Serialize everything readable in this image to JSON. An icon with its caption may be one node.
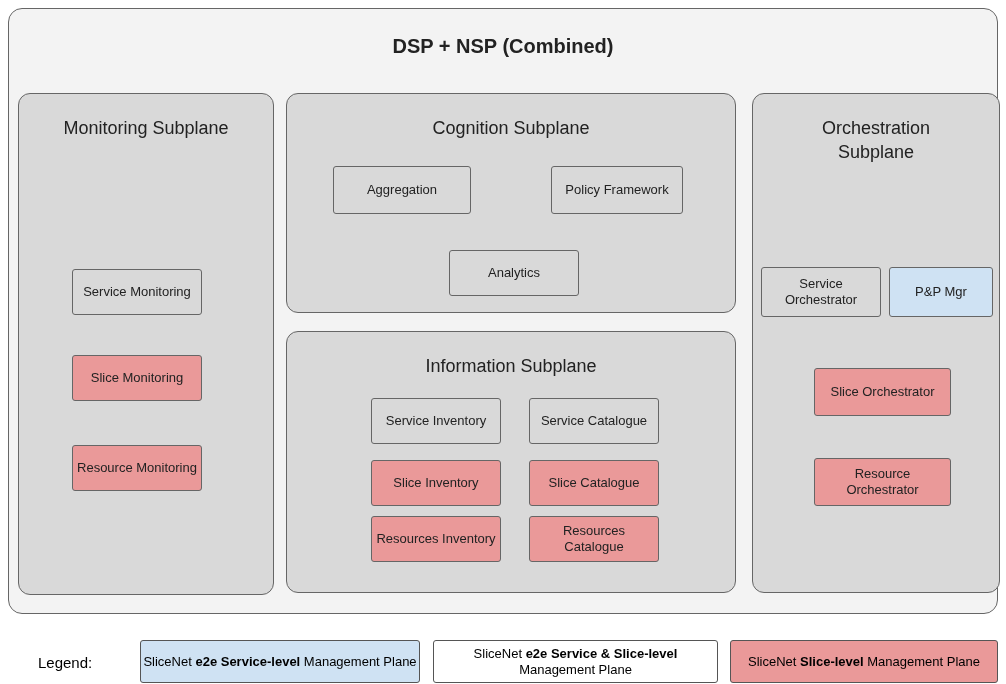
{
  "diagram": {
    "nodes": [
      {
        "text": [
          "DSP + NSP (Combined)"
        ]
      },
      {
        "text": [
          "Monitoring Subplane"
        ],
        "in": 0
      },
      {
        "text": [
          "Service Monitoring"
        ],
        "in": 1
      },
      {
        "text": [
          "Slice Monitoring"
        ],
        "in": 1
      },
      {
        "text": [
          "Resource Monitoring"
        ],
        "in": 1
      },
      {
        "text": [
          "Cognition Subplane"
        ],
        "in": 0
      },
      {
        "text": [
          "Aggregation"
        ],
        "in": 5
      },
      {
        "text": [
          "Policy Framework"
        ],
        "in": 5
      },
      {
        "text": [
          "Analytics"
        ],
        "in": 5
      },
      {
        "text": [
          "Information Subplane"
        ],
        "in": 0
      },
      {
        "text": [
          "Service Inventory"
        ],
        "in": 9
      },
      {
        "text": [
          "Service Catalogue"
        ],
        "in": 9
      },
      {
        "text": [
          "Slice Inventory"
        ],
        "in": 9
      },
      {
        "text": [
          "Slice Catalogue"
        ],
        "in": 9
      },
      {
        "text": [
          "Resources Inventory"
        ],
        "in": 9
      },
      {
        "text": [
          "Resources Catalogue"
        ],
        "in": 9
      },
      {
        "text": [
          "Orchestration Subplane"
        ],
        "in": 0
      },
      {
        "text": [
          "Service Orchestrator"
        ],
        "in": 16
      },
      {
        "text": [
          "P&P Mgr"
        ],
        "in": 16
      },
      {
        "text": [
          "Slice Orchestrator"
        ],
        "in": 16
      },
      {
        "text": [
          "Resource Orchestrator"
        ],
        "in": 16
      }
    ],
    "edges": [],
    "labels": [
      "Legend:"
    ],
    "legend": [
      {
        "text": "SliceNet **e2e Service-level** Management Plane",
        "color": "#cfe2f3"
      },
      {
        "text": "SliceNet **e2e Service & Slice-level** Management Plane",
        "color": "#ffffff"
      },
      {
        "text": "SliceNet **Slice-level** Management Plane",
        "color": "#ea9999"
      }
    ]
  }
}
